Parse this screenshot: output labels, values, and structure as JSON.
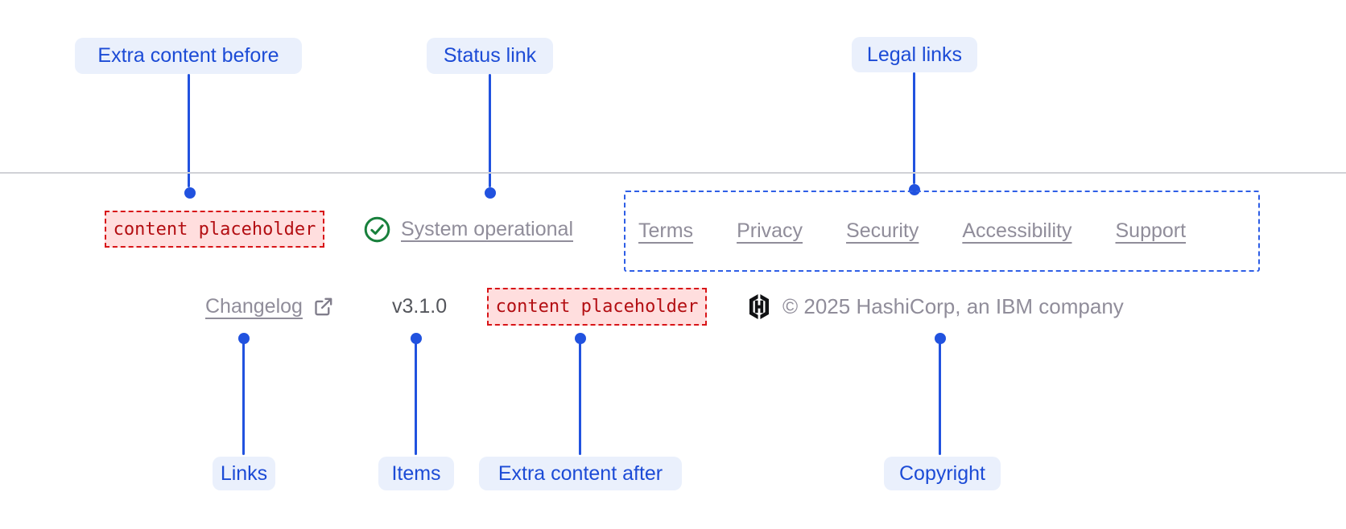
{
  "annotations": {
    "extra_content_before": "Extra content before",
    "status_link": "Status link",
    "legal_links": "Legal links",
    "links": "Links",
    "items": "Items",
    "extra_content_after": "Extra content after",
    "copyright": "Copyright"
  },
  "footer": {
    "extra_content_before_placeholder": "content placeholder",
    "status": {
      "label": "System operational",
      "icon": "check-circle"
    },
    "legal_links": [
      "Terms",
      "Privacy",
      "Security",
      "Accessibility",
      "Support"
    ],
    "links": [
      {
        "label": "Changelog",
        "external": true,
        "icon": "external-link"
      }
    ],
    "version": "v3.1.0",
    "extra_content_after_placeholder": "content placeholder",
    "copyright": "© 2025 HashiCorp, an IBM company",
    "logo": "hashicorp"
  },
  "colors": {
    "annotation_text_blue": "#1c4bd6",
    "annotation_pill_bg": "#eaf0fc",
    "connector_blue": "#2152df",
    "legal_outline_blue": "#2e5ee6",
    "placeholder_bg": "#ffdede",
    "placeholder_border": "#d81518",
    "placeholder_text": "#b30e12",
    "faded_link_gray": "#908d9a",
    "version_gray": "#54565c",
    "success_green": "#18803c",
    "divider_gray": "#d0d1d6",
    "logo_black": "#111214"
  }
}
